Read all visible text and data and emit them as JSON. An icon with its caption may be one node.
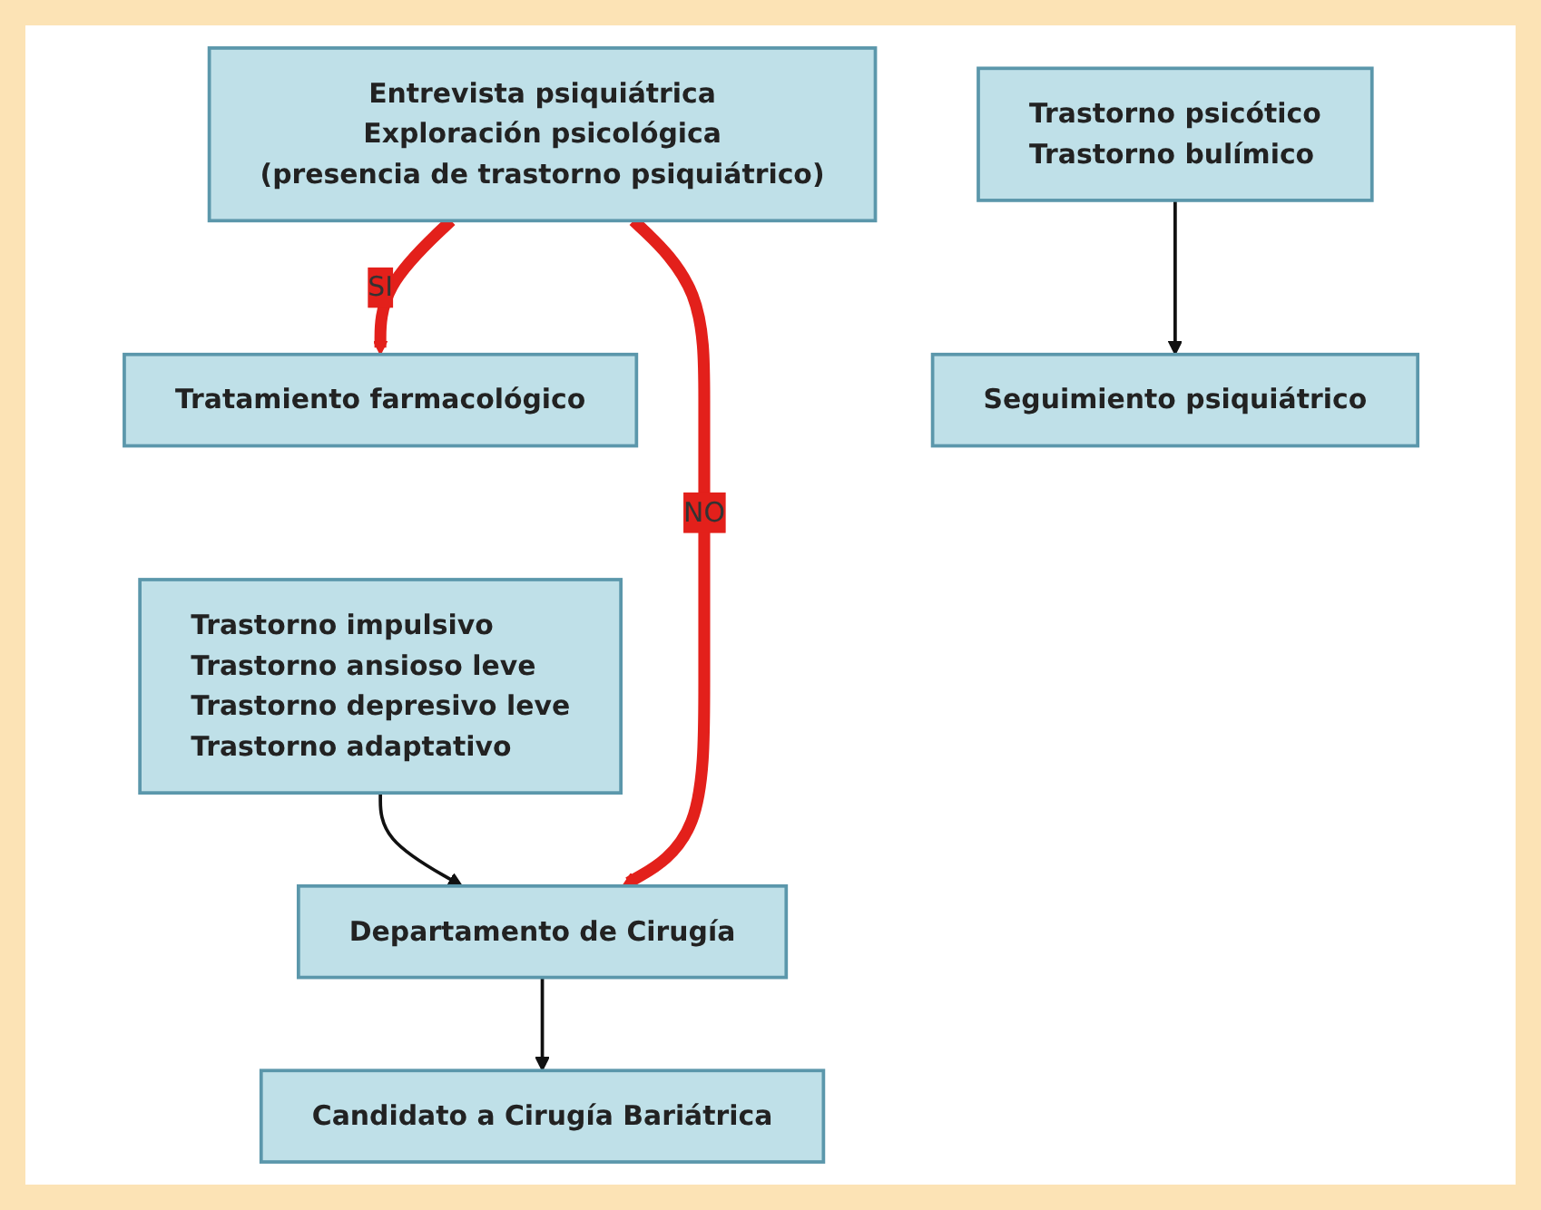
{
  "diagram": {
    "nodes": [
      {
        "text": [
          "Entrevista psiquiátrica",
          "Exploración psicológica",
          "(presencia de trastorno psiquiátrico)"
        ]
      },
      {
        "text": [
          "Tratamiento farmacológico"
        ]
      },
      {
        "text": [
          "Departamento de Cirugía"
        ]
      },
      {
        "text": [
          "Trastorno impulsivo",
          "Trastorno ansioso leve",
          "Trastorno depresivo leve",
          "Trastorno adaptativo"
        ]
      },
      {
        "text": [
          "Trastorno psicótico",
          "Trastorno bulímico"
        ]
      },
      {
        "text": [
          "Seguimiento psiquiátrico"
        ]
      },
      {
        "text": [
          "Candidato a Cirugía Bariátrica"
        ]
      }
    ],
    "edges": [
      {
        "from": 0,
        "to": 1,
        "arrow": "to",
        "label": "SI",
        "style": "thick",
        "color": "#e3201b"
      },
      {
        "from": 0,
        "to": 2,
        "arrow": "to",
        "label": "NO",
        "style": "thick",
        "color": "#e3201b"
      },
      {
        "from": 3,
        "to": 2,
        "arrow": "to"
      },
      {
        "from": 2,
        "to": 6,
        "arrow": "to"
      },
      {
        "from": 4,
        "to": 5,
        "arrow": "to"
      }
    ]
  }
}
